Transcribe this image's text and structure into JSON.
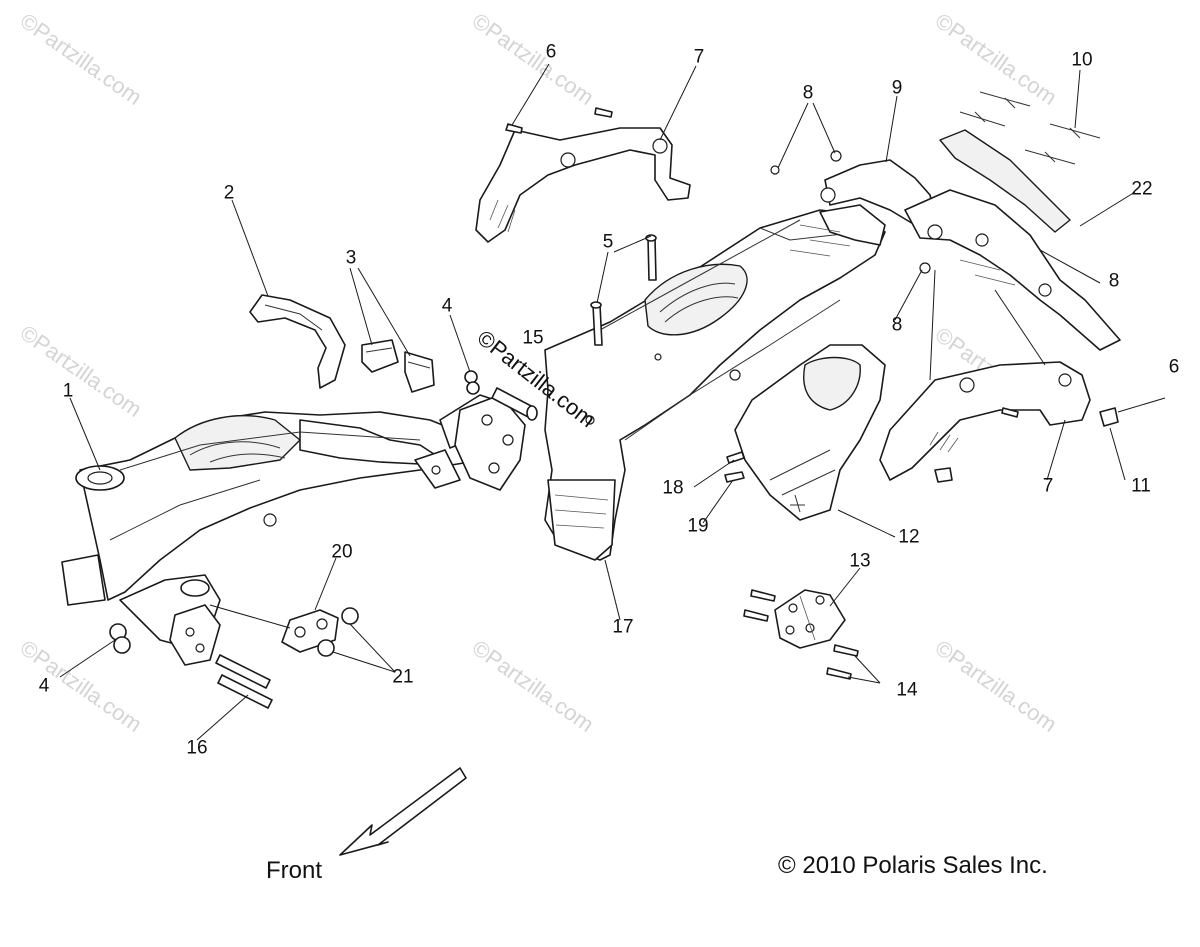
{
  "watermarks": {
    "text": "©Partzilla.com",
    "center_text": "©Partzilla.com"
  },
  "callouts": [
    {
      "id": "c1",
      "label": "1"
    },
    {
      "id": "c2",
      "label": "2"
    },
    {
      "id": "c3",
      "label": "3"
    },
    {
      "id": "c4a",
      "label": "4"
    },
    {
      "id": "c4b",
      "label": "4"
    },
    {
      "id": "c5",
      "label": "5"
    },
    {
      "id": "c6a",
      "label": "6"
    },
    {
      "id": "c6b",
      "label": "6"
    },
    {
      "id": "c7a",
      "label": "7"
    },
    {
      "id": "c7b",
      "label": "7"
    },
    {
      "id": "c8a",
      "label": "8"
    },
    {
      "id": "c8b",
      "label": "8"
    },
    {
      "id": "c8c",
      "label": "8"
    },
    {
      "id": "c9",
      "label": "9"
    },
    {
      "id": "c10",
      "label": "10"
    },
    {
      "id": "c11",
      "label": "11"
    },
    {
      "id": "c12",
      "label": "12"
    },
    {
      "id": "c13",
      "label": "13"
    },
    {
      "id": "c14",
      "label": "14"
    },
    {
      "id": "c15",
      "label": "15"
    },
    {
      "id": "c16",
      "label": "16"
    },
    {
      "id": "c17",
      "label": "17"
    },
    {
      "id": "c18",
      "label": "18"
    },
    {
      "id": "c19",
      "label": "19"
    },
    {
      "id": "c20",
      "label": "20"
    },
    {
      "id": "c21",
      "label": "21"
    },
    {
      "id": "c22",
      "label": "22"
    }
  ],
  "direction_label": "Front",
  "copyright": "© 2010 Polaris Sales Inc."
}
